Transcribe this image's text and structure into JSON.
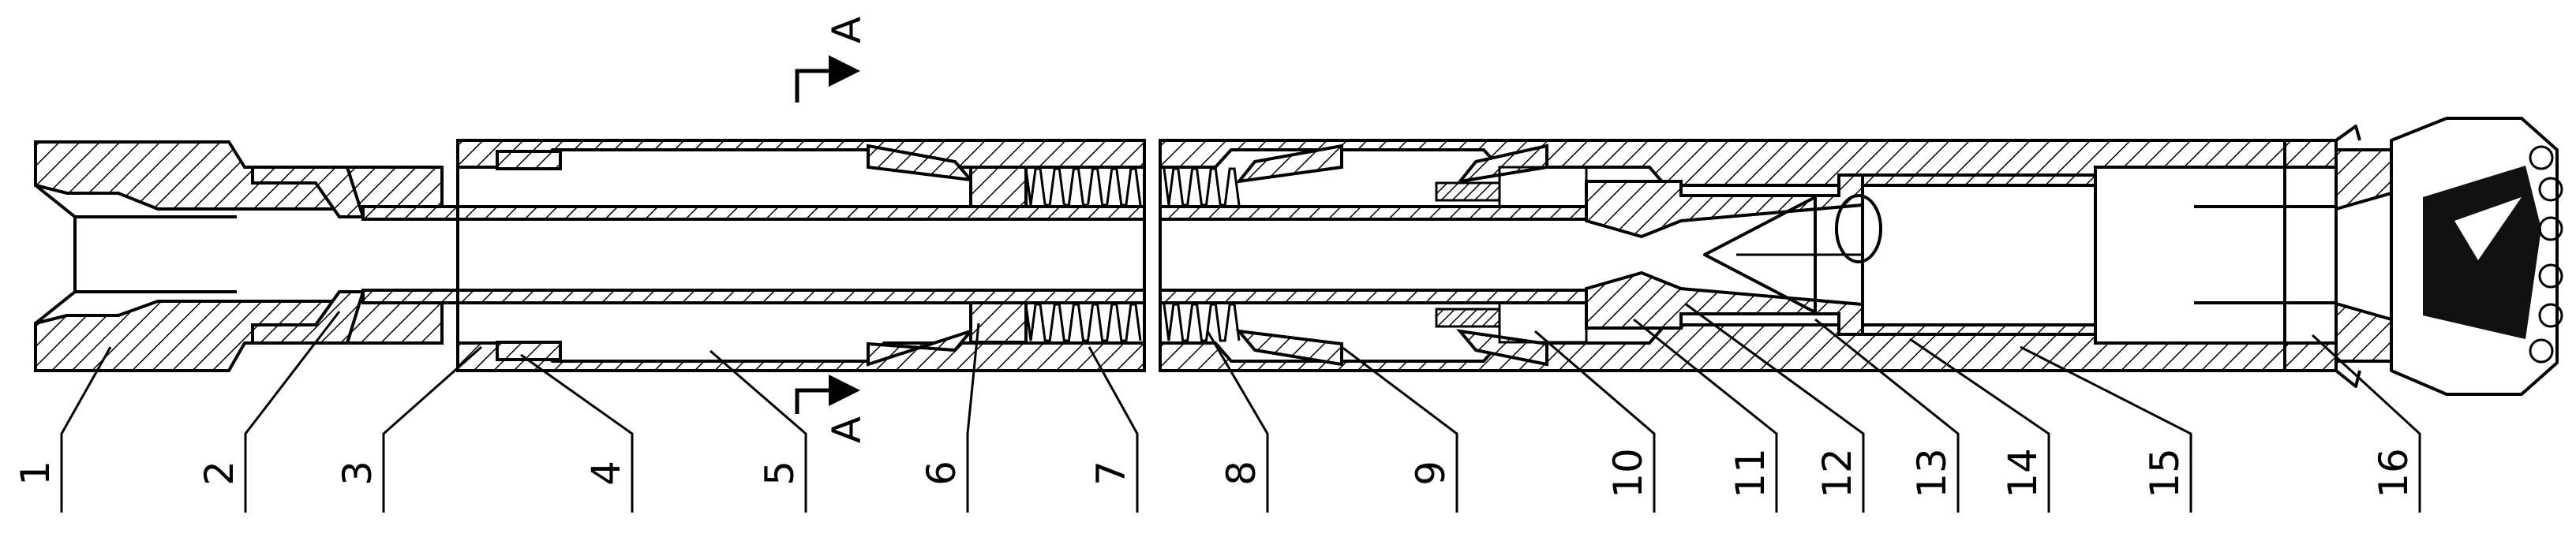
{
  "section_marks": {
    "top": "A",
    "bottom": "A"
  },
  "callouts": [
    {
      "label": "1"
    },
    {
      "label": "2"
    },
    {
      "label": "3"
    },
    {
      "label": "4"
    },
    {
      "label": "5"
    },
    {
      "label": "6"
    },
    {
      "label": "7"
    },
    {
      "label": "8"
    },
    {
      "label": "9"
    },
    {
      "label": "10"
    },
    {
      "label": "11"
    },
    {
      "label": "12"
    },
    {
      "label": "13"
    },
    {
      "label": "14"
    },
    {
      "label": "15"
    },
    {
      "label": "16"
    }
  ]
}
